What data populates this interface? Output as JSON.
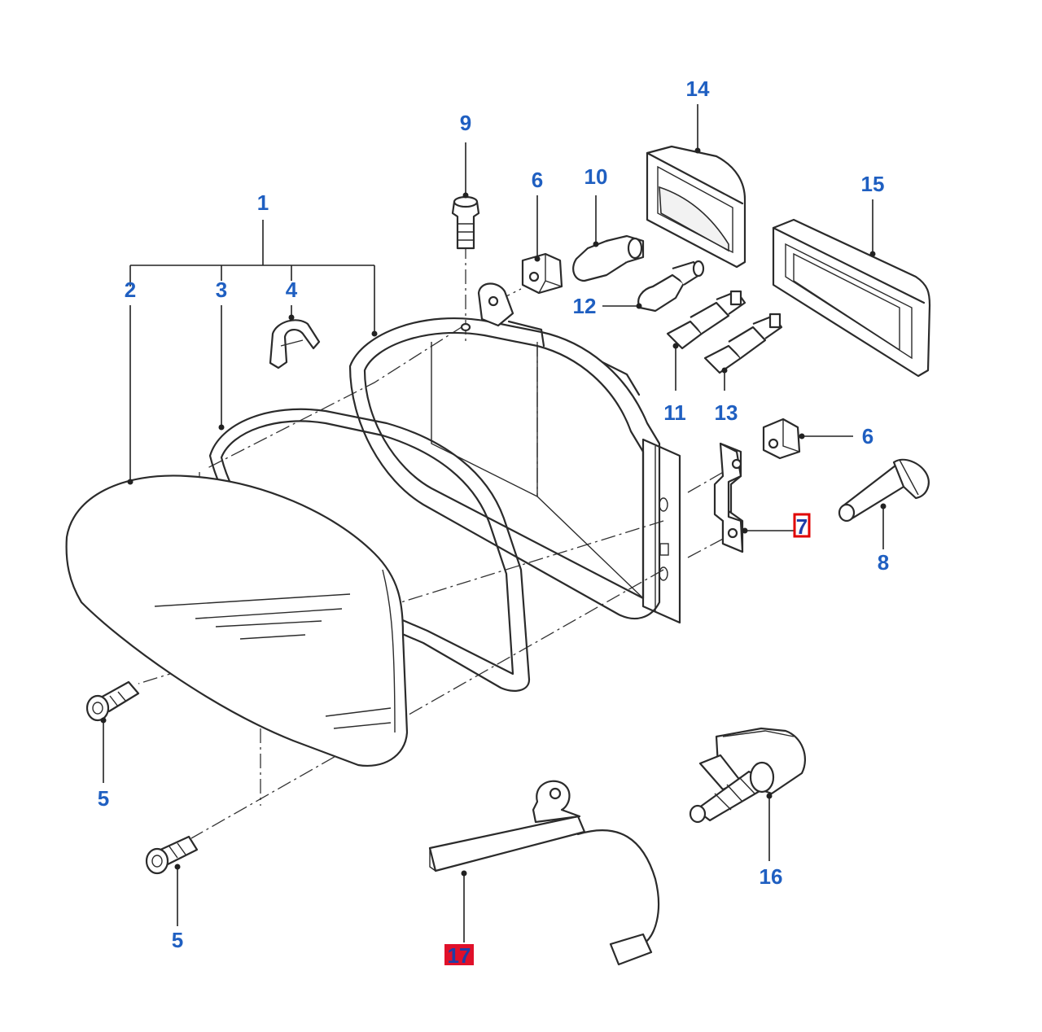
{
  "diagram": {
    "callouts": {
      "c1": "1",
      "c2": "2",
      "c3": "3",
      "c4": "4",
      "c5a": "5",
      "c5b": "5",
      "c6a": "6",
      "c6b": "6",
      "c7": "7",
      "c8": "8",
      "c9": "9",
      "c10": "10",
      "c11": "11",
      "c12": "12",
      "c13": "13",
      "c14": "14",
      "c15": "15",
      "c16": "16",
      "c17": "17"
    },
    "colors": {
      "callout": "#1f5fc1",
      "highlight_box": "#e00000",
      "highlight_fill": "#e0102a",
      "line": "#2b2b2b"
    },
    "highlighted_callouts": [
      "7",
      "17"
    ]
  }
}
